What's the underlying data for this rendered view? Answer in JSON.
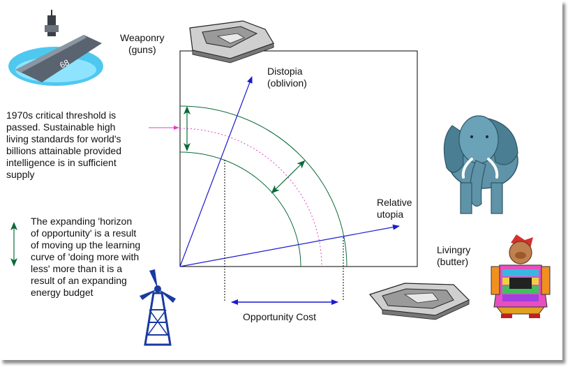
{
  "labels": {
    "weaponry": "Weaponry\n(guns)",
    "distopia": "Distopia\n(oblivion)",
    "relative_utopia": "Relative\nutopia",
    "livingry": "Livingry\n(butter)",
    "opportunity_cost": "Opportunity Cost",
    "threshold_note": "1970s critical threshold is\npassed. Sustainable high\nliving standards for world's\nbillions attainable provided\nintelligence is in sufficient\nsupply",
    "horizon_note": "The expanding 'horizon\nof opportunity' is a result\nof moving up the learning\ncurve of 'doing more with\nless' more than it is a\nresult of an expanding\nenergy budget"
  },
  "icons": {
    "aircraft_carrier": "aircraft-carrier-icon",
    "pentagon_top": "pentagon-building-icon",
    "pentagon_bottom": "pentagon-building-icon",
    "elephant": "elephant-icon",
    "wind_turbine": "wind-turbine-icon",
    "costumed_figure": "costumed-figure-icon"
  },
  "colors": {
    "vector": "#1a1ad0",
    "curve": "#0b6a3a",
    "dotted": "#e040c0",
    "arrow_green": "#0b6a3a",
    "frame": "#000000"
  }
}
